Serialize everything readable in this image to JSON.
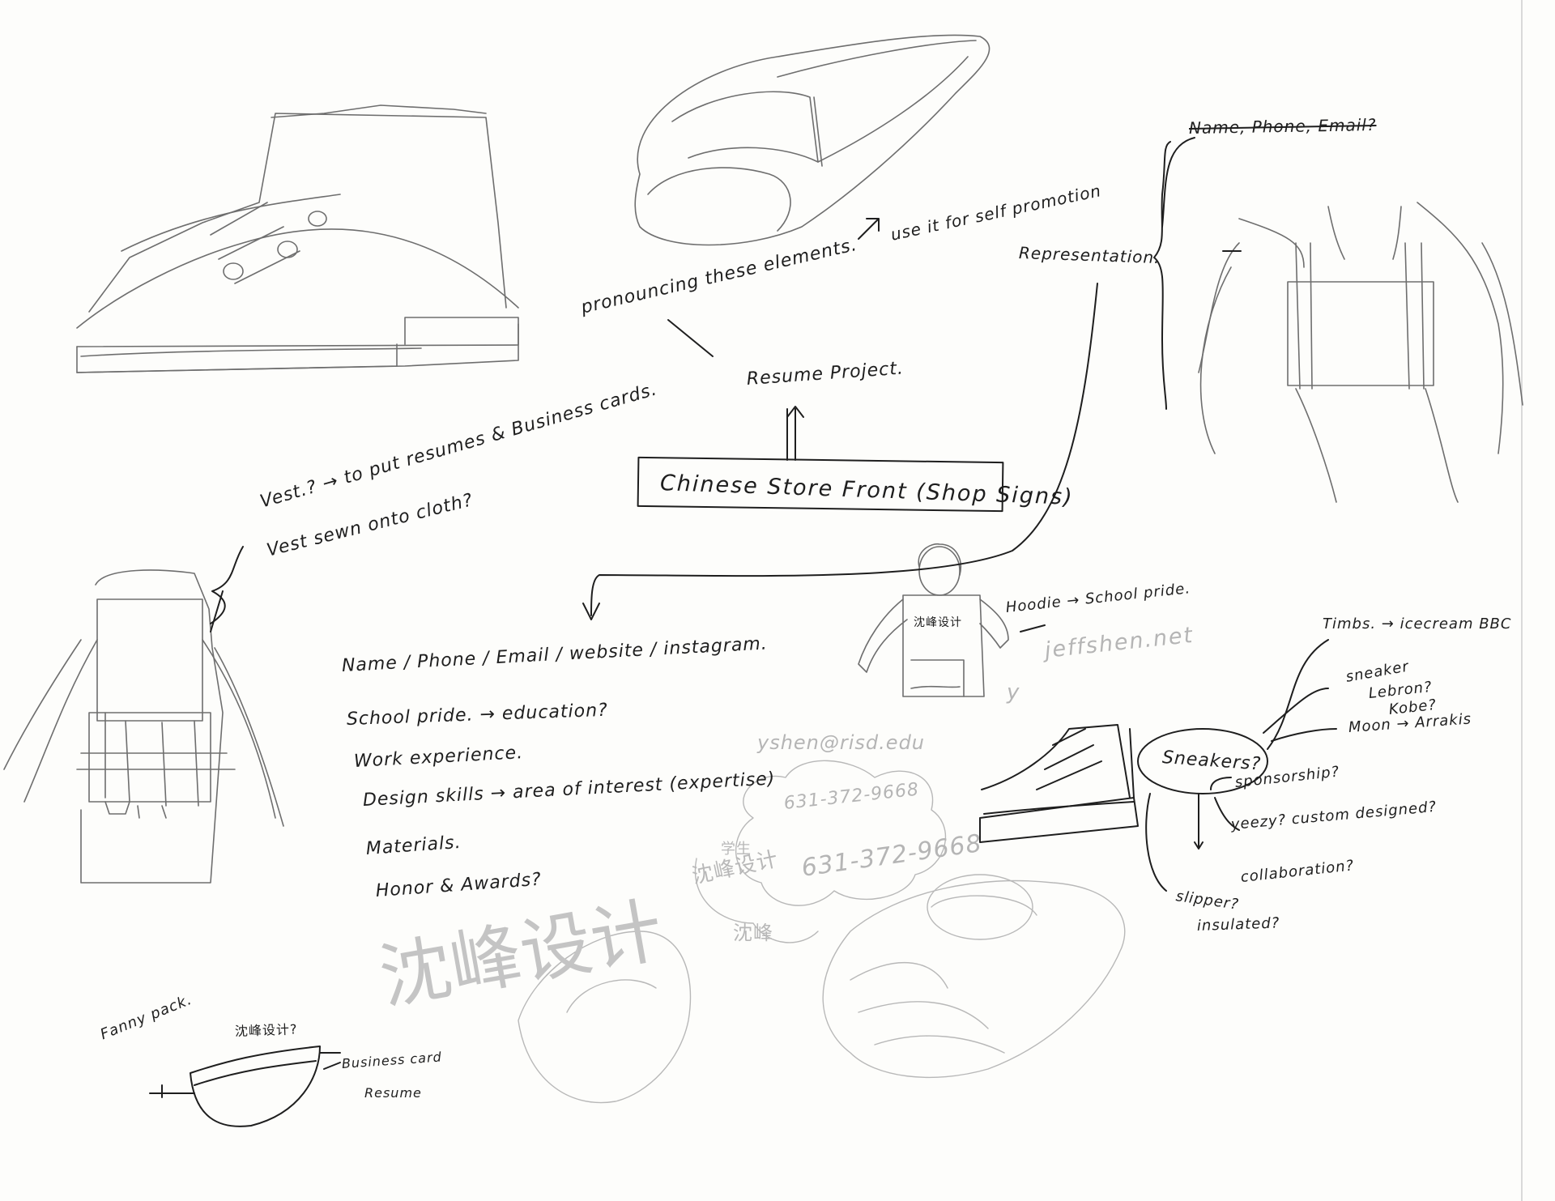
{
  "sketch": {
    "header_strike": "Name, Phone, Email?",
    "pronouncing": "pronouncing  these elements.",
    "self_promotion": "use it for self promotion",
    "representation": "Representation.",
    "resume_project": "Resume Project.",
    "chinese_store_front": "Chinese  Store  Front  (Shop  Signs)",
    "vest_line1": "Vest.? → to put resumes & Business cards.",
    "vest_line2": "Vest sewn onto cloth?",
    "hoodie_note": "Hoodie → School pride.",
    "hoodie_print": "沈峰设计",
    "website": "jeffshen.net",
    "initial_y": "y",
    "list": [
      "Name / Phone / Email / website / instagram.",
      "School pride. → education?",
      "Work experience.",
      "Design skills → area of interest (expertise)",
      "Materials.",
      "Honor & Awards?"
    ],
    "email": "yshen@risd.edu",
    "phone1": "631-372-9668",
    "phone2": "631-372-9668",
    "cloud_cn": "沈峰设计",
    "cloud_cn_top": "学生",
    "cloud_cn_small": "沈峰",
    "big_cn": "沈峰设计",
    "timbs": "Timbs. → icecream BBC",
    "sneaker_label": "sneaker",
    "lebron": "Lebron?",
    "kobe": "Kobe?",
    "moon": "Moon → Arrakis",
    "sneakers_q": "Sneakers?",
    "sponsorship": "sponsorship?",
    "yeezy": "yeezy? custom designed?",
    "collaboration": "collaboration?",
    "slipper": "slipper?",
    "insulated": "insulated?",
    "fanny_pack": "Fanny pack.",
    "fanny_cn": "沈峰设计?",
    "business_card": "Business card",
    "resume": "Resume"
  }
}
